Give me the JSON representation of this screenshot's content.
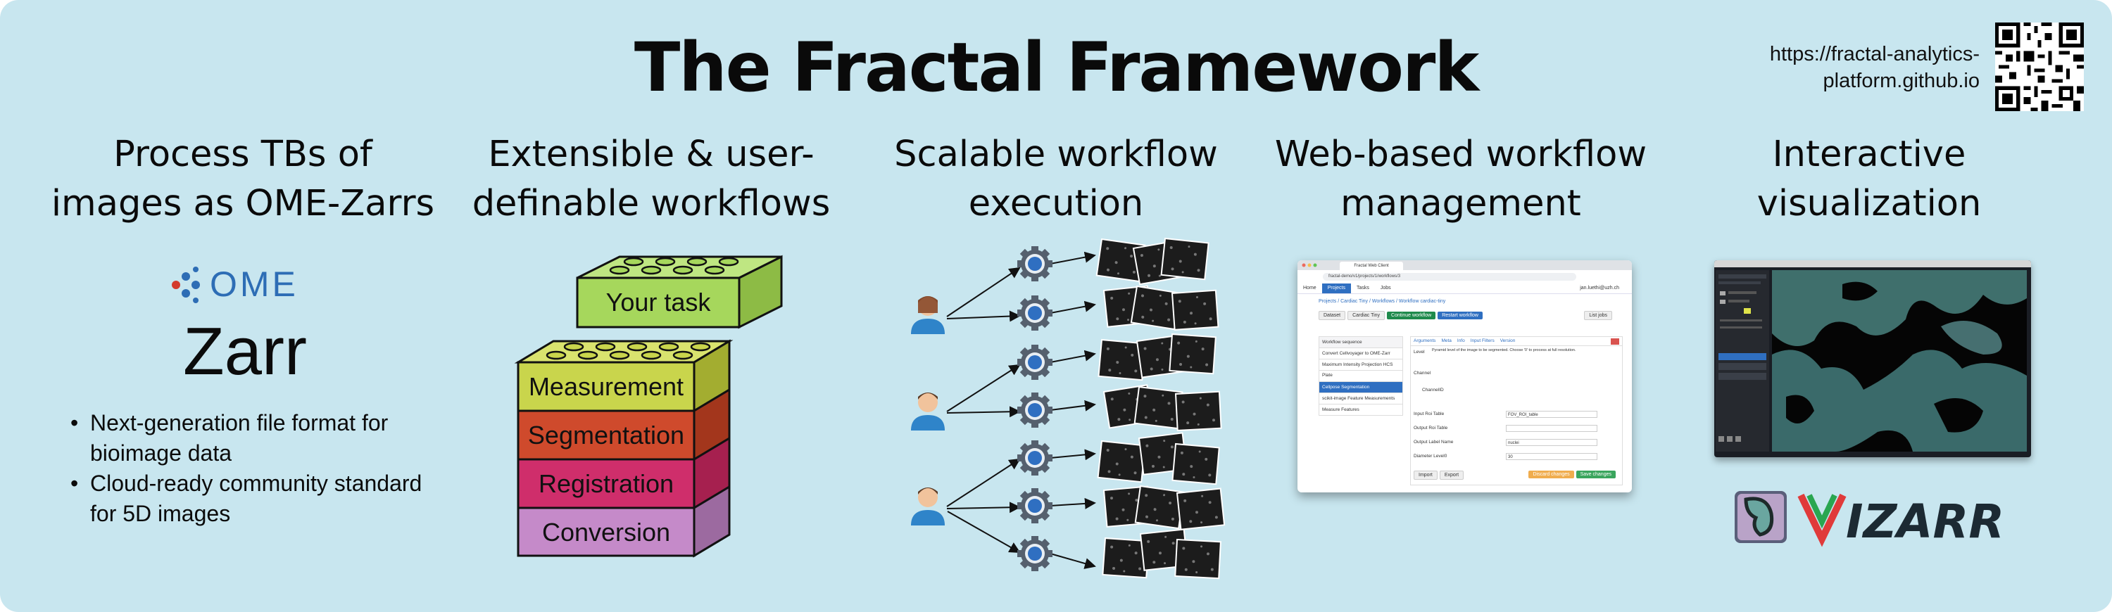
{
  "title": "The Fractal Framework",
  "url": {
    "line1": "https://fractal-analytics-",
    "line2": "platform.github.io"
  },
  "columns": [
    {
      "heading_line1": "Process TBs of",
      "heading_line2": "images as OME-Zarrs"
    },
    {
      "heading_line1": "Extensible & user-",
      "heading_line2": "definable workflows"
    },
    {
      "heading_line1": "Scalable workflow",
      "heading_line2": "execution"
    },
    {
      "heading_line1": "Web-based workflow",
      "heading_line2": "management"
    },
    {
      "heading_line1": "Interactive",
      "heading_line2": "visualization"
    }
  ],
  "ome": {
    "logo_text": "OME",
    "zarr_text": "Zarr"
  },
  "bullets": [
    "Next-generation file format for bioimage data",
    "Cloud-ready community standard for 5D images"
  ],
  "stack": {
    "top_task": "Your task",
    "layers": [
      "Measurement",
      "Segmentation",
      "Registration",
      "Conversion"
    ]
  },
  "colors": {
    "background": "#c8e6ef",
    "your_task": "#a6d75c",
    "measurement": "#c9d54c",
    "segmentation": "#cf4a2c",
    "registration": "#cf2e6b",
    "conversion": "#c58ac9"
  },
  "icons": [
    "user-icon",
    "gear-icon",
    "image-tile-icon",
    "qr-code-icon"
  ],
  "web_ui": {
    "tab_label": "Fractal Web Client",
    "address": "fractal-demo/v1/projects/1/workflows/3",
    "nav": [
      "Home",
      "Projects",
      "Tasks",
      "Jobs"
    ],
    "user": "jan.luethi@uzh.ch",
    "breadcrumb": "Projects / Cardiac Tiny / Workflows / Workflow cardiac-tiny",
    "buttons": [
      "Dataset",
      "Cardiac Tiny",
      "Continue workflow",
      "Restart workflow",
      "List jobs"
    ],
    "workflow_header": "Workflow sequence",
    "tasks": [
      "Convert Cellvoyager to OME-Zarr",
      "Maximum Intensity Projection HCS Plate",
      "",
      "Cellpose Segmentation",
      "scikit-image Feature Measurements",
      "Measure Features"
    ],
    "selected_task": "Cellpose Segmentation",
    "arg_tabs": [
      "Arguments",
      "Meta",
      "Info",
      "Input Filters",
      "Version"
    ],
    "fields": [
      "Level",
      "Channel",
      "ChannelID",
      "Input Roi Table",
      "Output Roi Table",
      "Output Label Name",
      "Diameter Level0"
    ],
    "level_text": "Pyramid level of the image to be segmented. Choose '0' to process at full resolution.",
    "field_values": {
      "input_roi_table": "FOV_ROI_table",
      "output_label_name": "nuclei",
      "diameter_level0": "30"
    },
    "bottom_buttons": [
      "Import",
      "Export",
      "Discard changes",
      "Save changes"
    ]
  },
  "vizarr": {
    "logo_text": "VIZARR"
  }
}
